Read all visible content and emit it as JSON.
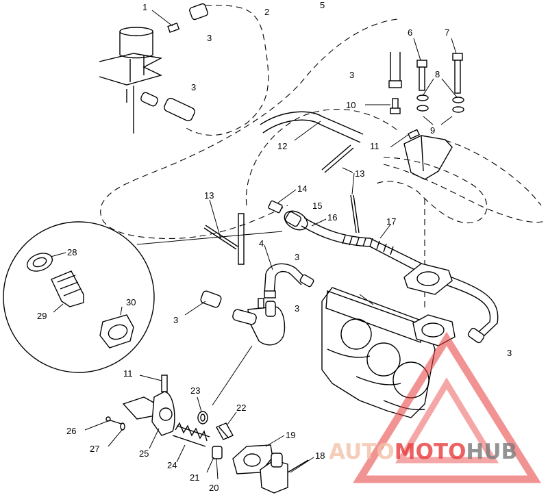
{
  "diagram": {
    "callouts": [
      {
        "id": "c1",
        "label": "1"
      },
      {
        "id": "c2",
        "label": "2"
      },
      {
        "id": "c3a",
        "label": "3"
      },
      {
        "id": "c5",
        "label": "5"
      },
      {
        "id": "c6",
        "label": "6"
      },
      {
        "id": "c7",
        "label": "7"
      },
      {
        "id": "c3b",
        "label": "3"
      },
      {
        "id": "c3c",
        "label": "3"
      },
      {
        "id": "c8",
        "label": "8"
      },
      {
        "id": "c10",
        "label": "10"
      },
      {
        "id": "c9",
        "label": "9"
      },
      {
        "id": "c11a",
        "label": "11"
      },
      {
        "id": "c12",
        "label": "12"
      },
      {
        "id": "c13a",
        "label": "13"
      },
      {
        "id": "c14",
        "label": "14"
      },
      {
        "id": "c13b",
        "label": "13"
      },
      {
        "id": "c15",
        "label": "15"
      },
      {
        "id": "c16",
        "label": "16"
      },
      {
        "id": "c17",
        "label": "17"
      },
      {
        "id": "c28",
        "label": "28"
      },
      {
        "id": "c4",
        "label": "4"
      },
      {
        "id": "c3d",
        "label": "3"
      },
      {
        "id": "c3e",
        "label": "3"
      },
      {
        "id": "c3f",
        "label": "3"
      },
      {
        "id": "c29",
        "label": "29"
      },
      {
        "id": "c30",
        "label": "30"
      },
      {
        "id": "c3g",
        "label": "3"
      },
      {
        "id": "c11b",
        "label": "11"
      },
      {
        "id": "c23",
        "label": "23"
      },
      {
        "id": "c22",
        "label": "22"
      },
      {
        "id": "c19",
        "label": "19"
      },
      {
        "id": "c26",
        "label": "26"
      },
      {
        "id": "c27",
        "label": "27"
      },
      {
        "id": "c25",
        "label": "25"
      },
      {
        "id": "c24",
        "label": "24"
      },
      {
        "id": "c18",
        "label": "18"
      },
      {
        "id": "c21",
        "label": "21"
      },
      {
        "id": "c20",
        "label": "20"
      }
    ]
  },
  "watermark": {
    "part1": "AUTO",
    "part2": "MOTO",
    "part3": "HUB",
    "color_light": "#f3c3a8",
    "color_red": "#e83a3a",
    "color_dark": "#7a7a7a"
  }
}
